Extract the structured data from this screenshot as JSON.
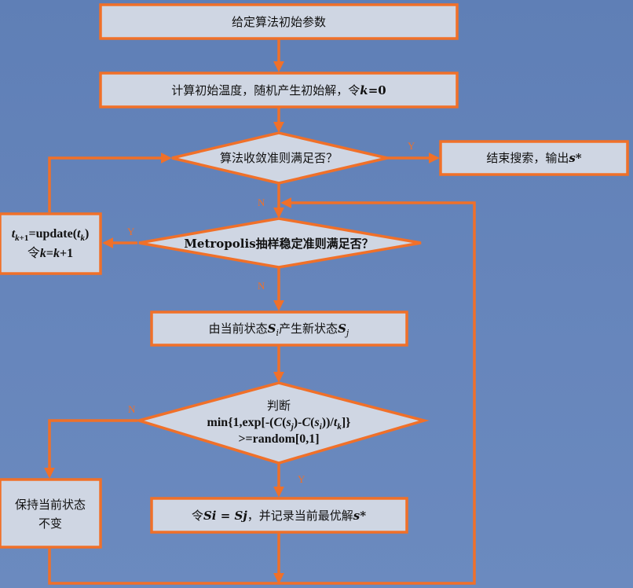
{
  "nodes": {
    "init_params": "给定算法初始参数",
    "init_temp": "计算初始温度，随机产生初始解，令",
    "init_temp_var": "k",
    "init_temp_eq": "=0",
    "check_stop": "算法收敛准则满足否？",
    "end_search": "结束搜索，输出",
    "end_search_var": "s*",
    "update_t": "update(",
    "update_k_prefix": "令",
    "update_k_var1": "k",
    "update_k_eq": "=",
    "update_k_var2": "k",
    "update_k_suffix": "+1",
    "metropolis_check": "Metropolis抽样稳定准则满足否？",
    "gen_state_pre": "由当前状态",
    "gen_state_mid": "产生新状态",
    "judge_title": "判断",
    "judge_line2_pre": "min{1,exp[-(",
    "judge_line3": ">=random[0,1]",
    "keep_state_line1": "保持当前状态",
    "keep_state_line2": "不变",
    "accept_pre": "令",
    "accept_mid": "，并记录当前最优解",
    "accept_var": "s*"
  },
  "edge_labels": {
    "yes": "Y",
    "no": "N"
  },
  "colors": {
    "accent": "#f07029",
    "box_fill": "#cfd6e3",
    "background": "#6383b8"
  }
}
